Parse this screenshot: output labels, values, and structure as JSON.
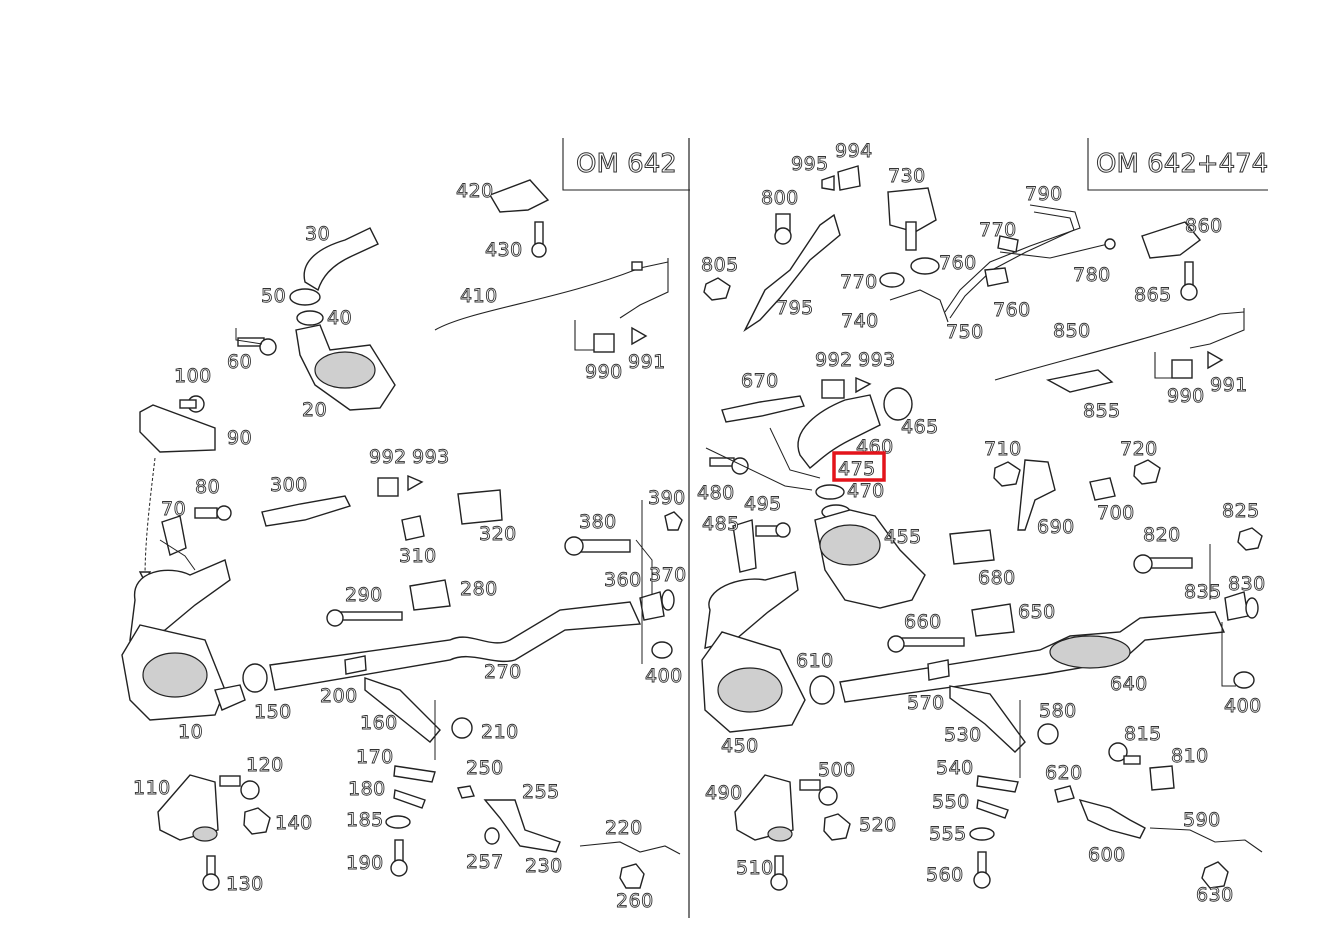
{
  "panels": {
    "left_title": "OM 642",
    "right_title": "OM 642+474"
  },
  "highlight": {
    "label": "475",
    "color": "#e3141b"
  },
  "left_labels": [
    "420",
    "430",
    "30",
    "50",
    "40",
    "410",
    "60",
    "990",
    "991",
    "20",
    "100",
    "90",
    "992",
    "993",
    "80",
    "70",
    "300",
    "320",
    "310",
    "390",
    "380",
    "290",
    "280",
    "360",
    "370",
    "270",
    "400",
    "200",
    "150",
    "10",
    "160",
    "210",
    "120",
    "110",
    "170",
    "250",
    "180",
    "255",
    "140",
    "185",
    "220",
    "190",
    "257",
    "230",
    "130",
    "260"
  ],
  "right_labels": [
    "995",
    "994",
    "730",
    "800",
    "790",
    "770",
    "860",
    "805",
    "760",
    "780",
    "770",
    "865",
    "795",
    "740",
    "760",
    "750",
    "850",
    "992",
    "993",
    "670",
    "990",
    "991",
    "465",
    "855",
    "460",
    "710",
    "720",
    "475",
    "480",
    "470",
    "495",
    "690",
    "700",
    "825",
    "485",
    "455",
    "820",
    "680",
    "835",
    "830",
    "650",
    "660",
    "640",
    "610",
    "400",
    "570",
    "580",
    "530",
    "450",
    "815",
    "810",
    "540",
    "500",
    "620",
    "490",
    "550",
    "590",
    "520",
    "555",
    "600",
    "560",
    "510",
    "630"
  ]
}
